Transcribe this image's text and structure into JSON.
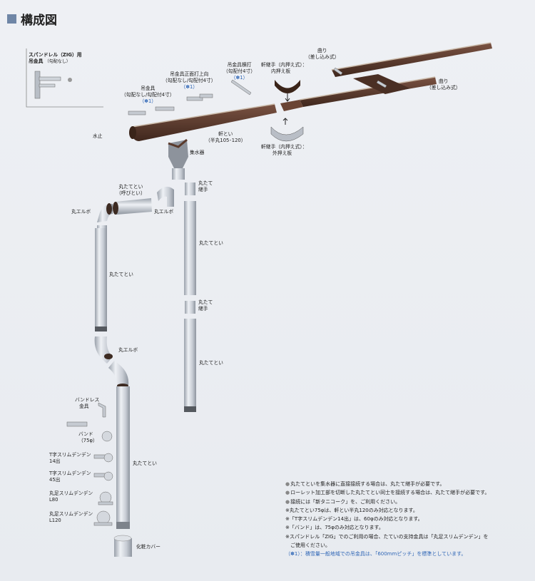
{
  "title": "構成図",
  "labels": {
    "spandrel_1": "スパンドレル（ZIG）用",
    "spandrel_2": "吊金具",
    "spandrel_3": "（勾配なし）",
    "tsuri_1": "吊金具",
    "tsuri_2": "（勾配なし/勾配付4寸）",
    "tsuri_3": "（✽1）",
    "shomen_1": "吊金具正面打上向",
    "shomen_2": "（勾配なし/勾配付4寸）",
    "shomen_3": "（✽1）",
    "yoko_1": "吊金具横打",
    "yoko_2": "（勾配付4寸）",
    "yoko_3": "（✽1）",
    "tsugite_in_1": "軒継手（内押え式）：",
    "tsugite_in_2": "内押え板",
    "magari_top_1": "曲り",
    "magari_top_2": "（差し込み式）",
    "magari_right_1": "曲り",
    "magari_right_2": "（差し込み式）",
    "mizudome": "水止",
    "nokidoi_1": "軒とい",
    "nokidoi_2": "（半丸105･120）",
    "tsugite_out_1": "軒継手（内押え式）：",
    "tsugite_out_2": "外押え板",
    "shusuiki": "集水器",
    "yobidoi_1": "丸たてとい",
    "yobidoi_2": "（呼びとい）",
    "elbow_left": "丸エルボ",
    "elbow_mid": "丸エルボ",
    "elbow_lower": "丸エルボ",
    "tatetsugi_1a": "丸たて",
    "tatetsugi_1b": "継手",
    "tatedoi_right1": "丸たてとい",
    "tatetsugi_2a": "丸たて",
    "tatetsugi_2b": "継手",
    "tatedoi_right2": "丸たてとい",
    "tatedoi_left1": "丸たてとい",
    "tatedoi_main": "丸たてとい",
    "bandless_1": "バンドレス",
    "bandless_2": "金具",
    "band_1": "バンド",
    "band_2": "（75φ）",
    "t14_1": "T字スリムデンデン",
    "t14_2": "14出",
    "t45_1": "T字スリムデンデン",
    "t45_2": "45出",
    "l80_1": "丸足スリムデンデン",
    "l80_2": "L80",
    "l120_1": "丸足スリムデンデン",
    "l120_2": "L120",
    "cover": "化粧カバー"
  },
  "notes": [
    "丸たてといを集水器に直接接続する場合は、丸たて継手が必要です。",
    "ローレット加工部を切断した丸たてとい同士を接続する場合は、丸たて継手が必要です。",
    "接続には「新タニコーク」を、ご利用ください。",
    "※丸たてとい75φは、軒とい半丸120のみ対応となります。",
    "※「T字スリムデンデン14出」は、60φのみ対応となります。",
    "※「バンド」は、75φのみ対応となります。",
    "※スパンドレル「ZIG」でのご利用の場合、たていの支持金具は「丸足スリムデンデン」を",
    "　ご使用ください。",
    "（✽1）：積雪量一般地域での吊金具は、「600mmピッチ」を標準としています。"
  ],
  "colors": {
    "gutter_brown": "#5a3a2c",
    "pipe_silver": "#c9ced6",
    "accent_blue": "#2f66b6",
    "title_square": "#6f86a6"
  }
}
